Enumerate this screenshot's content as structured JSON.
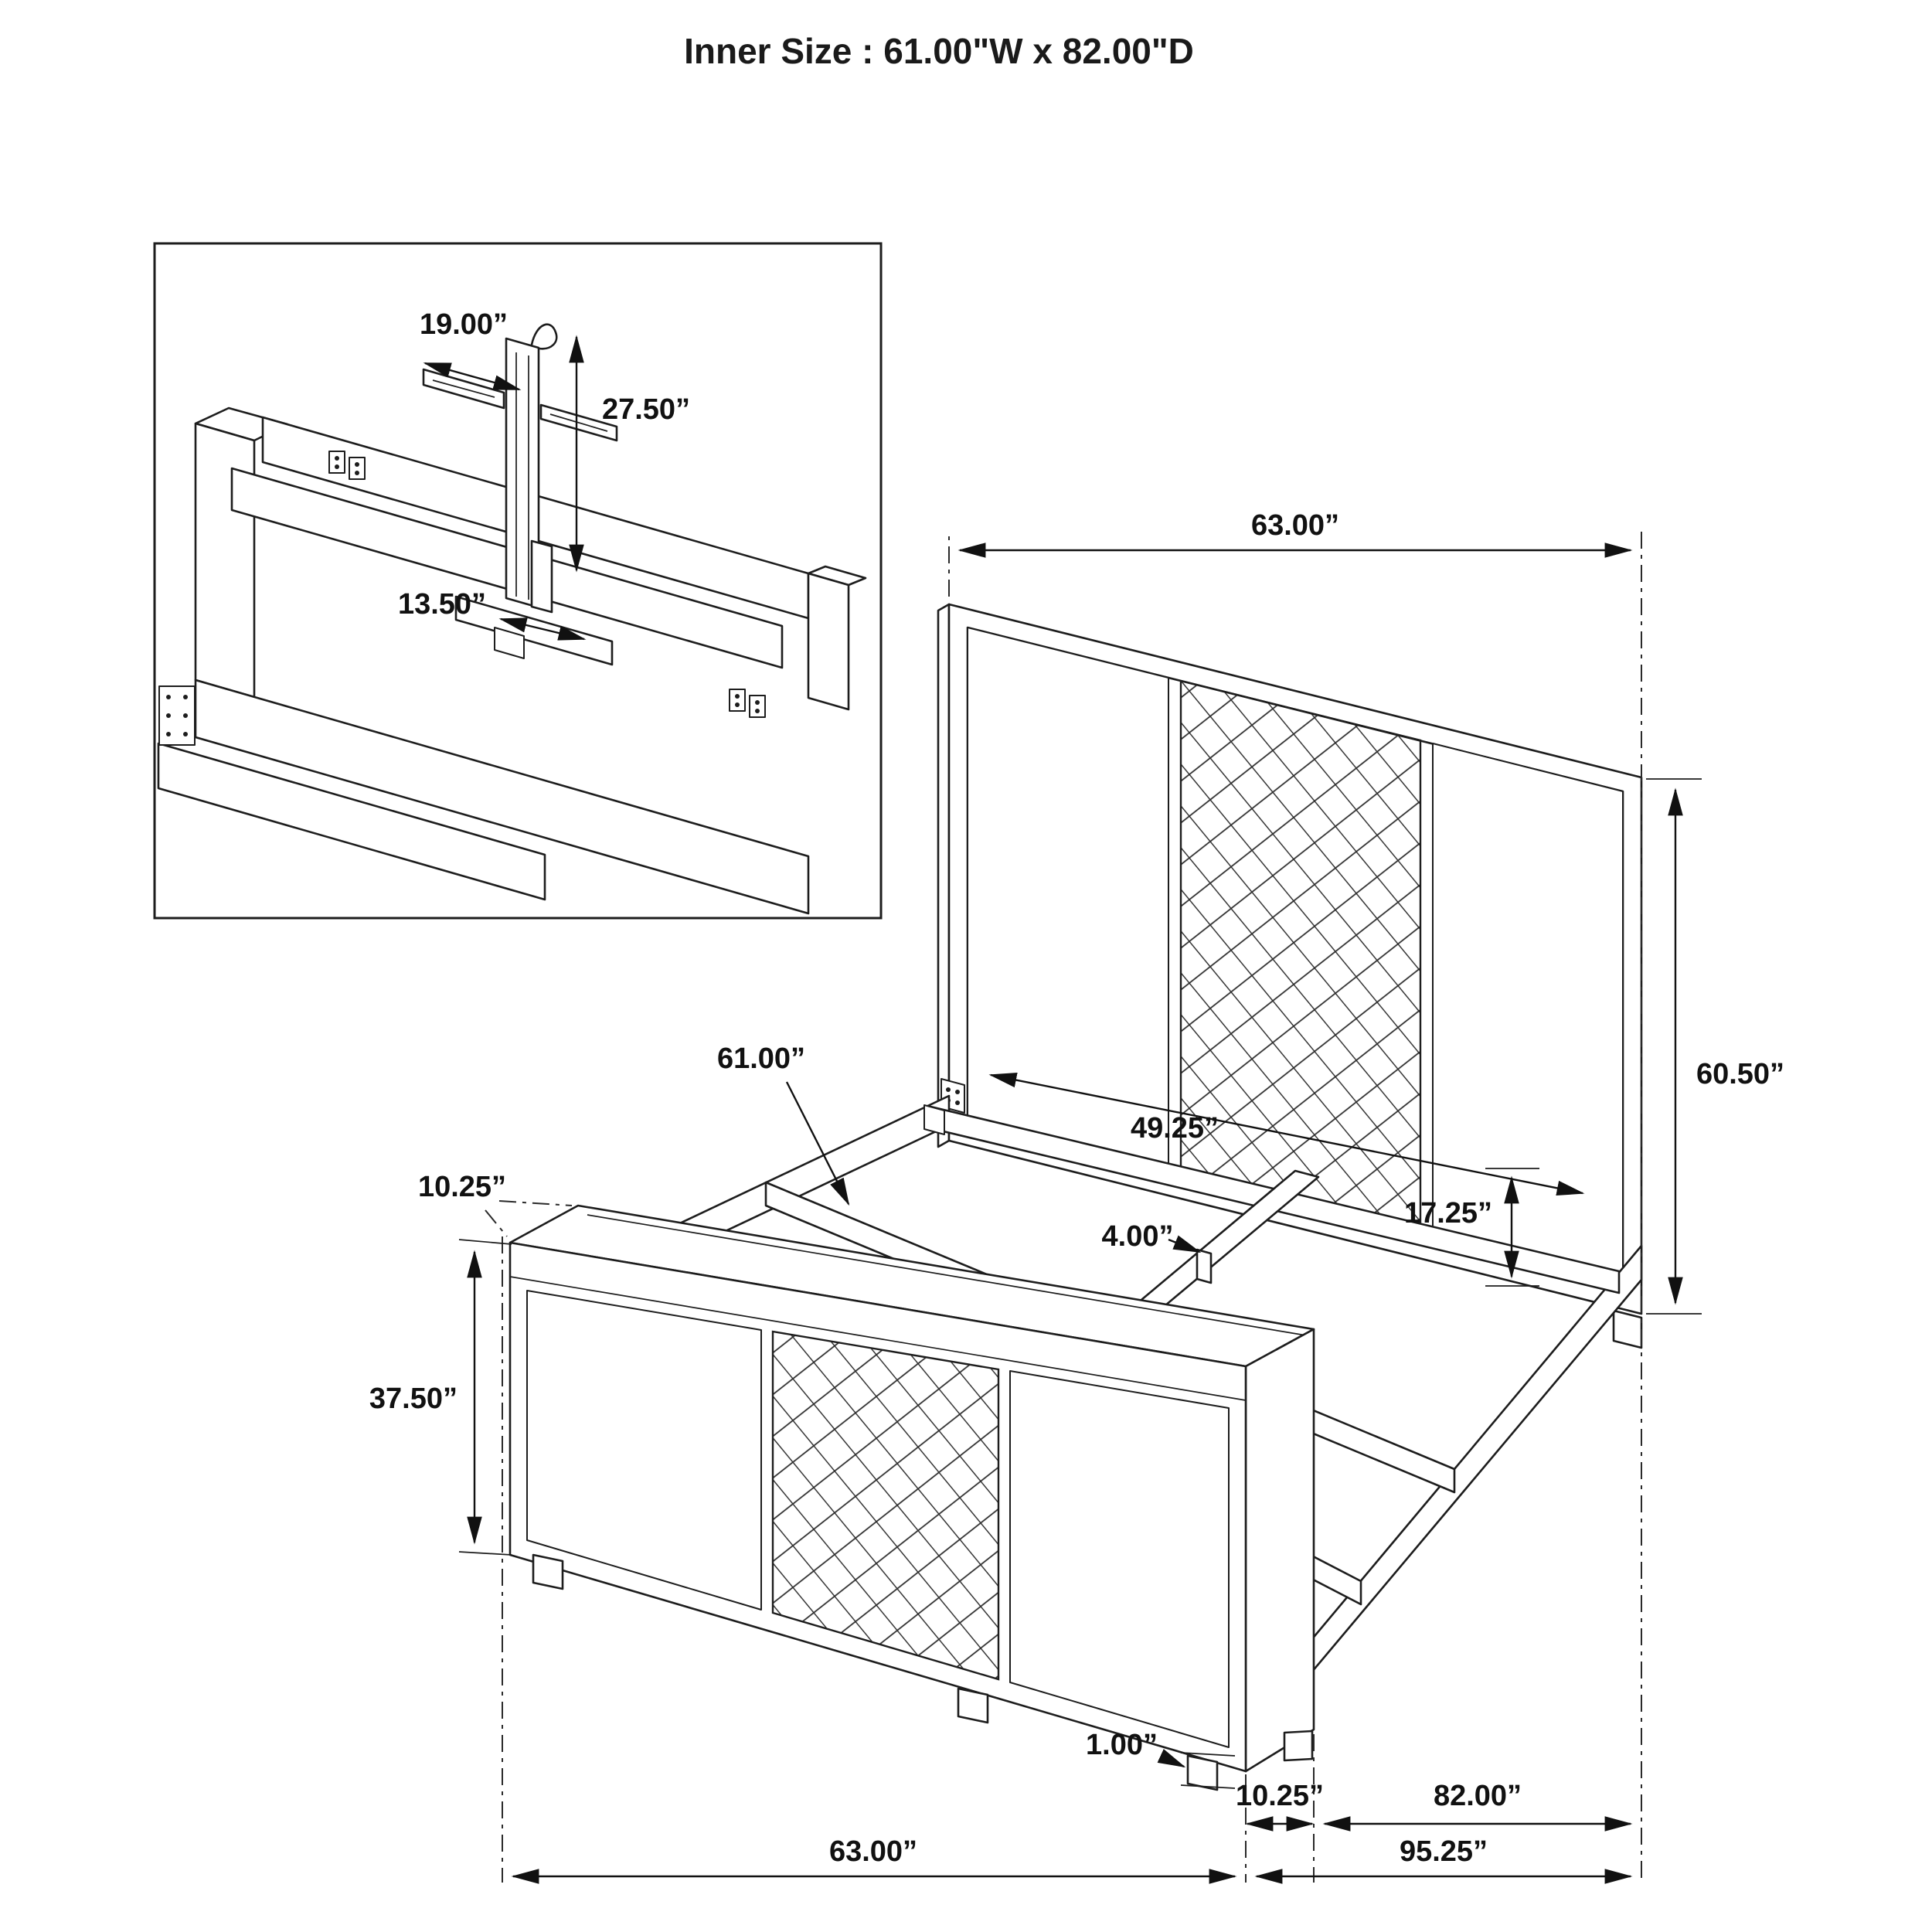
{
  "page": {
    "title": "Inner Size : 61.00\"W x 82.00\"D"
  },
  "inset": {
    "slot_length": "19.00”",
    "bracket_height": "27.50”",
    "bar_length": "13.50”"
  },
  "dims": {
    "headboard_width": "63.00”",
    "headboard_height": "60.50”",
    "inner_back_width": "49.25”",
    "rail_inset_height": "17.25”",
    "center_leg_width": "4.00”",
    "slat_length": "61.00”",
    "footboard_top_depth": "10.25”",
    "footboard_height": "37.50”",
    "foot_height": "1.00”",
    "footboard_thickness": "10.25”",
    "inner_depth": "82.00”",
    "outer_width": "63.00”",
    "outer_depth": "95.25”"
  }
}
